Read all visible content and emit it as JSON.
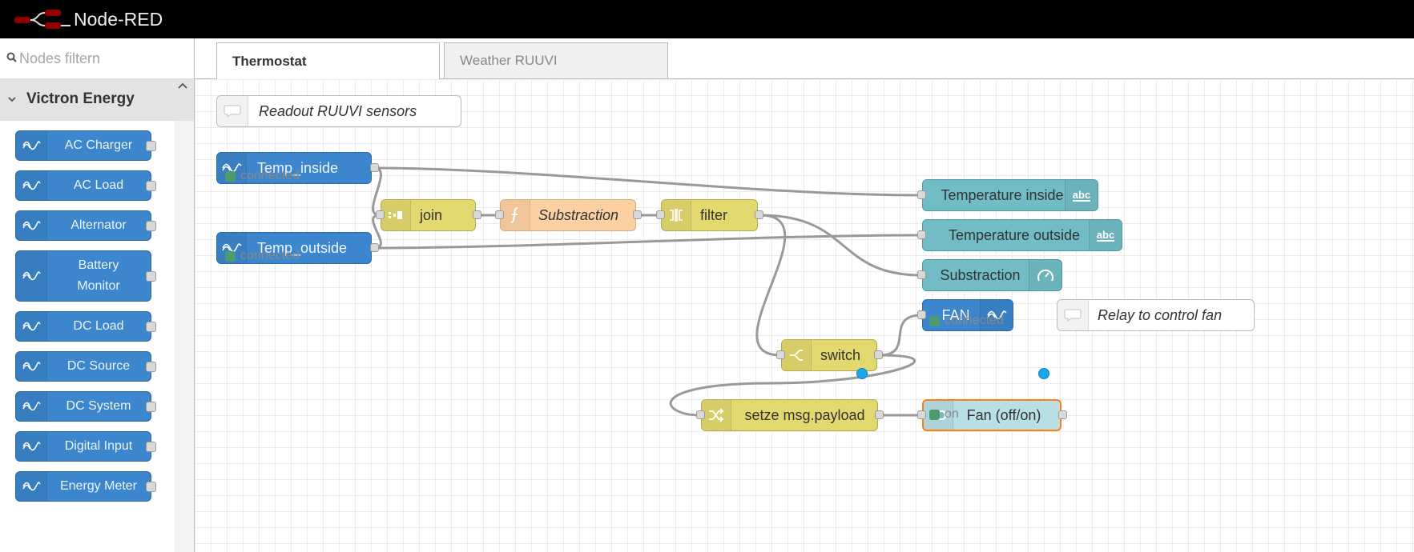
{
  "app": {
    "title": "Node-RED"
  },
  "palette": {
    "search_placeholder": "Nodes filtern",
    "category": "Victron Energy",
    "nodes": [
      {
        "label": "AC Charger"
      },
      {
        "label": "AC Load"
      },
      {
        "label": "Alternator"
      },
      {
        "label": "Battery Monitor"
      },
      {
        "label": "DC Load"
      },
      {
        "label": "DC Source"
      },
      {
        "label": "DC System"
      },
      {
        "label": "Digital Input"
      },
      {
        "label": "Energy Meter"
      }
    ]
  },
  "tabs": [
    {
      "label": "Thermostat",
      "active": true
    },
    {
      "label": "Weather RUUVI",
      "active": false
    }
  ],
  "flow": {
    "comment_readout": "Readout RUUVI sensors",
    "comment_relay": "Relay to control fan",
    "temp_inside": "Temp_inside",
    "temp_inside_status": "connected",
    "temp_outside": "Temp_outside",
    "temp_outside_status": "connected",
    "join": "join",
    "substraction_fn": "Substraction",
    "filter": "filter",
    "temperature_inside": "Temperature inside",
    "temperature_outside": "Temperature outside",
    "substraction_gauge": "Substraction",
    "fan": "FAN",
    "fan_status": "connected",
    "switch": "switch",
    "change": "setze msg.payload",
    "fan_switch": "Fan (off/on)",
    "fan_switch_status": "on",
    "text_icon": "abc"
  },
  "colors": {
    "victron_blue": "#3b86cc",
    "function_yellow": "#e2d96e",
    "function_orange": "#fdd0a2",
    "dashboard_teal": "#72bcc6",
    "status_green": "#4d9a6f",
    "changed_blue": "#19a8e8",
    "selected_orange": "#ff7f0e"
  }
}
